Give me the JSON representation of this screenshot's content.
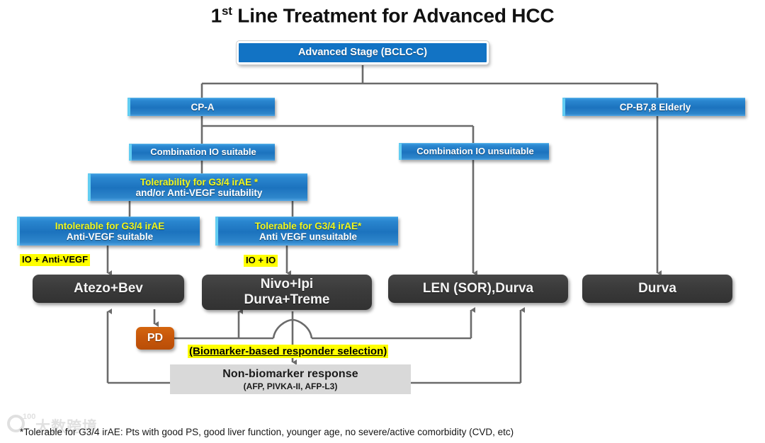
{
  "title": {
    "prefix": "1",
    "sup": "st",
    "rest": " Line Treatment for Advanced HCC"
  },
  "colors": {
    "blue_box": "#1c73be",
    "blue_bevel": "#62cdf2",
    "dark_box": "#3b3b3b",
    "pd_orange": "#c6560a",
    "highlight_yellow": "#ffff00",
    "yellow_text": "#f2f71c",
    "gray_box": "#d9d9d9",
    "connector": "#636363"
  },
  "nodes": {
    "advanced_stage": {
      "label": "Advanced Stage (BCLC-C)"
    },
    "cp_a": {
      "label": "CP-A"
    },
    "cp_b78": {
      "label": "CP-B7,8   Elderly"
    },
    "combo_io_suitable": {
      "label": "Combination IO suitable"
    },
    "combo_io_unsuitable": {
      "label": "Combination IO unsuitable"
    },
    "tolerability": {
      "line1": "Tolerability for G3/4 irAE *",
      "line2": "and/or Anti-VEGF suitability"
    },
    "intolerable": {
      "line1": "Intolerable for G3/4 irAE",
      "line2": "Anti-VEGF suitable"
    },
    "tolerable": {
      "line1": "Tolerable for G3/4 irAE*",
      "line2": "Anti VEGF unsuitable"
    },
    "atezo_bev": {
      "line1": "Atezo+Bev"
    },
    "nivo_ipi": {
      "line1": "Nivo+Ipi",
      "line2": "Durva+Treme"
    },
    "len_sor_durva": {
      "line1": "LEN (SOR),Durva"
    },
    "durva": {
      "line1": "Durva"
    },
    "pd": {
      "label": "PD"
    },
    "non_biomarker": {
      "line1": "Non-biomarker response",
      "line2": "(AFP, PIVKA-II, AFP-L3)"
    }
  },
  "annotations": {
    "io_anti_vegf": "IO + Anti-VEGF",
    "io_io": "IO + IO",
    "biomarker_selection": "(Biomarker-based responder selection)"
  },
  "footnote": "*Tolerable for G3/4 irAE: Pts with good PS, good liver function, younger age, no severe/active comorbidity (CVD, etc)",
  "watermark": {
    "mark": "100",
    "text": "大数跨境"
  }
}
